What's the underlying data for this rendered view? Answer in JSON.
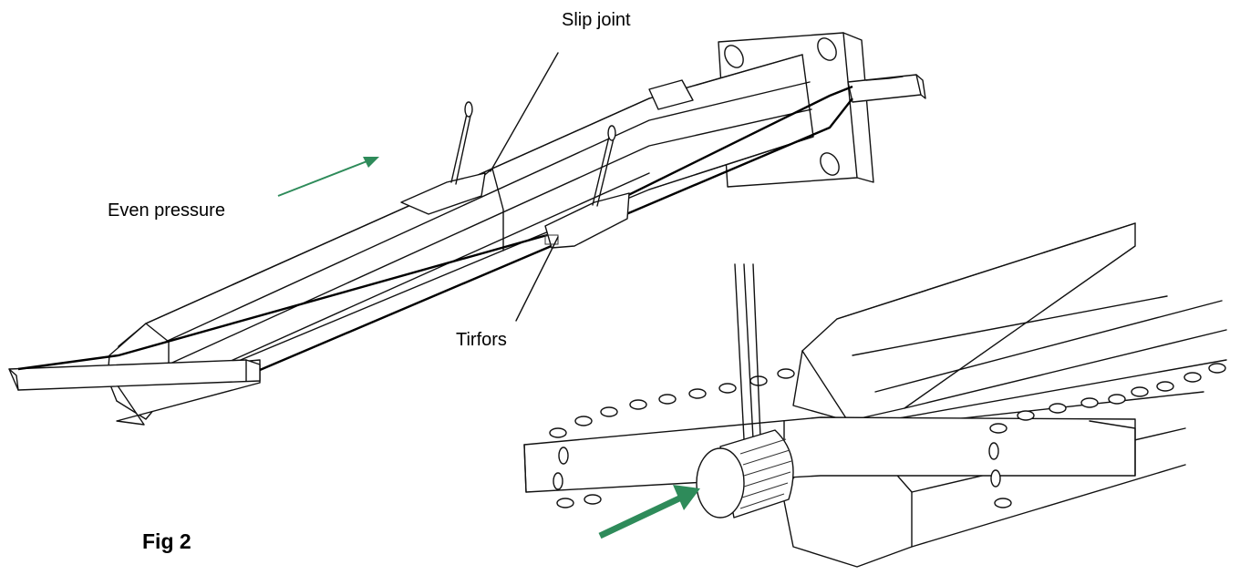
{
  "labels": {
    "slip_joint": "Slip joint",
    "even_pressure": "Even pressure",
    "tirfors": "Tirfors",
    "figure": "Fig 2"
  },
  "colors": {
    "arrow": "#2e8b5a",
    "line": "#111111",
    "background": "#ffffff"
  },
  "icons": {
    "arrow_small": "green-arrow-icon",
    "arrow_large": "green-arrow-icon"
  }
}
